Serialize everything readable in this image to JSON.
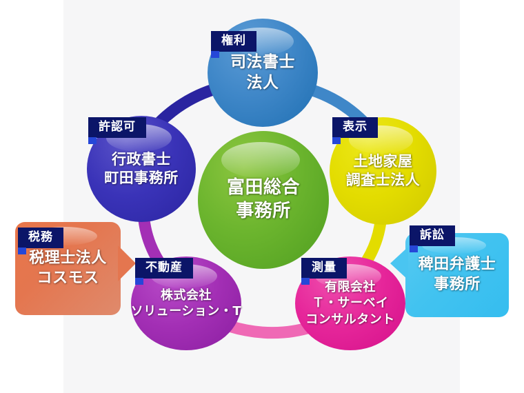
{
  "diagram": {
    "title_center": "富田総合事務所",
    "center": {
      "name": "center-node",
      "lines": [
        "富田総合",
        "事務所"
      ],
      "color": "#6cb52e"
    },
    "nodes": [
      {
        "key": "judicial-scrivener",
        "badge": "権利",
        "lines": [
          "司法書士",
          "法人"
        ],
        "color": "#3f87c8",
        "shape": "ellipse"
      },
      {
        "key": "administrative-scrivener",
        "badge": "許認可",
        "lines": [
          "行政書士",
          "町田事務所"
        ],
        "color": "#3a33b8",
        "shape": "ellipse"
      },
      {
        "key": "land-house-investigator",
        "badge": "表示",
        "lines": [
          "土地家屋",
          "調査士法人"
        ],
        "color": "#e3dc00",
        "shape": "ellipse"
      },
      {
        "key": "real-estate",
        "badge": "不動産",
        "lines": [
          "株式会社",
          "ソリューション・T"
        ],
        "color": "#a32fb5",
        "shape": "ellipse"
      },
      {
        "key": "survey",
        "badge": "測量",
        "lines": [
          "有限会社",
          "Ｔ・サーベイ",
          "コンサルタント"
        ],
        "color": "#e6269a",
        "shape": "ellipse"
      },
      {
        "key": "tax-accountant",
        "badge": "税務",
        "lines": [
          "税理士法人",
          "コスモス"
        ],
        "color": "#e4764f",
        "shape": "speech-bubble"
      },
      {
        "key": "lawyer",
        "badge": "訴訟",
        "lines": [
          "稗田弁護士",
          "事務所"
        ],
        "color": "#42c3f0",
        "shape": "speech-bubble"
      }
    ],
    "ring": {
      "segments": [
        {
          "from": "administrative-scrivener",
          "to": "judicial-scrivener",
          "color": "#2a24a0"
        },
        {
          "from": "judicial-scrivener",
          "to": "land-house-investigator",
          "color": "#3f87c8"
        },
        {
          "from": "land-house-investigator",
          "to": "survey",
          "color": "#e3dc00"
        },
        {
          "from": "survey",
          "to": "real-estate",
          "color": "#ef69b5"
        },
        {
          "from": "real-estate",
          "to": "administrative-scrivener",
          "color": "#a32fb5"
        }
      ]
    },
    "background": {
      "page": "#ffffff",
      "panel": "#f6f6f7"
    }
  }
}
